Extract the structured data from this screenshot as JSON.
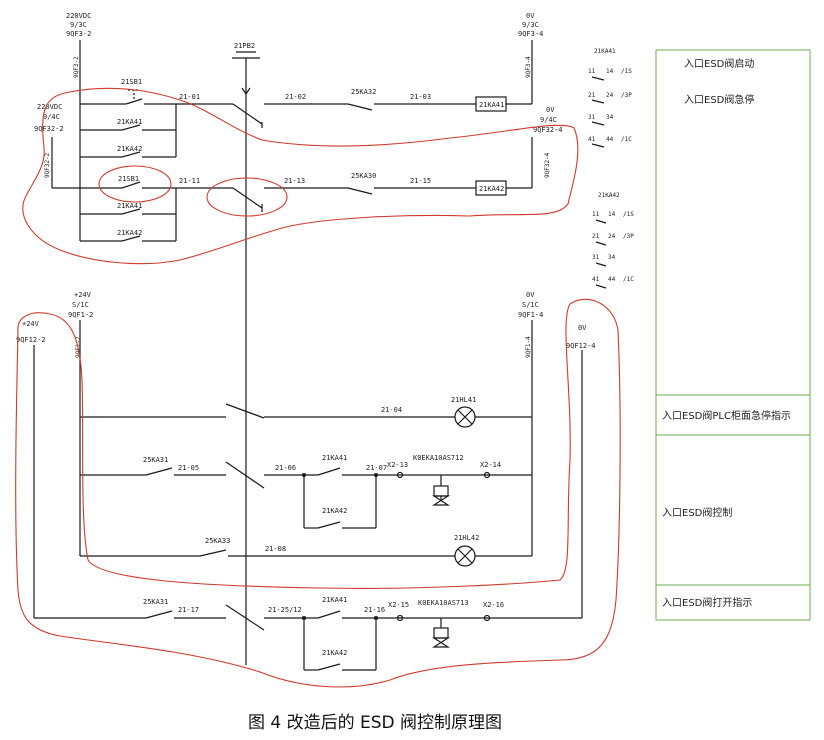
{
  "caption": "图 4  改造后的 ESD 阀控制原理图",
  "colors": {
    "wire": "#1a1a1a",
    "annotation": "#d03a2c",
    "panel": "#6fae4f"
  },
  "panel": {
    "rows": [
      "入口ESD阀启动",
      "入口ESD阀急停",
      "入口ESD阀PLC柜面急停指示",
      "入口ESD阀控制",
      "入口ESD阀打开指示"
    ]
  },
  "supplies": {
    "top_left": [
      "220VDC",
      "9/3C",
      "9QF3-2"
    ],
    "top_right": [
      "0V",
      "9/3C",
      "9QF3-4"
    ],
    "mid_left": [
      "220VDC",
      "9/4C",
      "9QF32-2"
    ],
    "mid_right": [
      "0V",
      "9/4C",
      "9QF32-4"
    ],
    "low_left": [
      "+24V",
      "S/1C",
      "9QF1-2"
    ],
    "low_right": [
      "0V",
      "S/1C",
      "9QF1-4"
    ],
    "ext_left": [
      "+24V",
      "9QF12-2"
    ],
    "ext_right": [
      "0V",
      "9QF12-4"
    ],
    "vtag_1": "9QF3-2",
    "vtag_2": "9QF3-4",
    "vtag_3": "9QF32-2",
    "vtag_4": "9QF32-4",
    "vtag_5": "9QF1-2",
    "vtag_6": "9QF1-4"
  },
  "devices": {
    "pb": "21PB2",
    "sb1": "21SB1",
    "sb1b": "21SB1",
    "ka41_a": "21KA41",
    "ka42_a": "21KA42",
    "ka41_b": "21KA41",
    "ka42_b": "21KA42",
    "k32": "25KA32",
    "k30": "25KA30",
    "coil1": "21KA41",
    "coil2": "21KA42",
    "hl41": "21HL41",
    "hl42": "21HL42",
    "ka31a": "25KA31",
    "ka31b": "25KA31",
    "ka33": "25KA33",
    "ka41_c": "21KA41",
    "ka42_c": "21KA42",
    "ka41_d": "21KA41",
    "ka42_d": "21KA42",
    "valve1": "K0EKA10AS712",
    "valve2": "K0EKA10AS713"
  },
  "wires": {
    "w01": "21-01",
    "w02": "21-02",
    "w03": "21-03",
    "w11": "21-11",
    "w13": "21-13",
    "w15": "21-15",
    "w04": "21-04",
    "w05": "21-05",
    "w06": "21-06",
    "w07": "21-07",
    "w08": "21-08",
    "w17": "21-17",
    "w2512": "21-25/12",
    "w16": "21-16",
    "x213": "X2-13",
    "x214": "X2-14",
    "x215": "X2-15",
    "x216": "X2-16"
  },
  "contact_tables": {
    "ka41": {
      "title": "21KA41",
      "rows": [
        [
          "11",
          "14",
          "/1S"
        ],
        [
          "21",
          "24",
          "/3P"
        ],
        [
          "31",
          "34",
          ""
        ],
        [
          "41",
          "44",
          "/1C"
        ]
      ]
    },
    "ka42": {
      "title": "21KA42",
      "rows": [
        [
          "11",
          "14",
          "/1S"
        ],
        [
          "21",
          "24",
          "/3P"
        ],
        [
          "31",
          "34",
          ""
        ],
        [
          "41",
          "44",
          "/1C"
        ]
      ]
    }
  }
}
